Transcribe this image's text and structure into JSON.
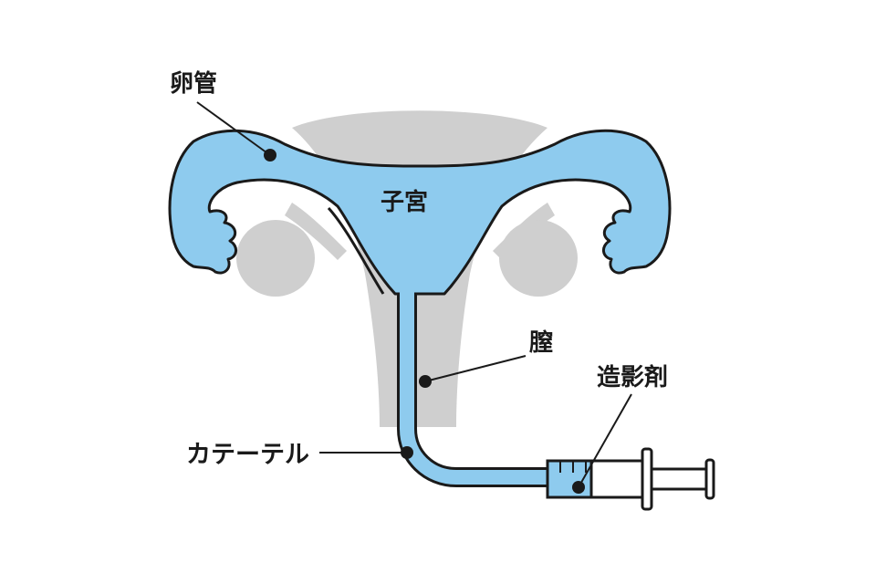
{
  "labels": {
    "fallopian_tube": "卵管",
    "uterus": "子宮",
    "vagina": "膣",
    "contrast_agent": "造影剤",
    "catheter": "カテーテル"
  },
  "colors": {
    "organ_gray": "#cfcfcf",
    "contrast_blue": "#8ecbee",
    "outline": "#1a1a1a",
    "background": "#ffffff"
  }
}
